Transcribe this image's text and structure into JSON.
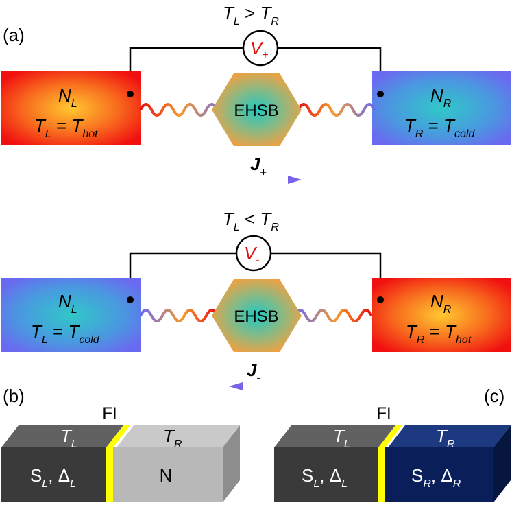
{
  "panels": {
    "a": "(a)",
    "b": "(b)",
    "c": "(c)"
  },
  "top": {
    "condition_T1": "T",
    "condition_s1": "L",
    "condition_op": " > ",
    "condition_T2": "T",
    "condition_s2": "R",
    "voltmeter_V": "V",
    "voltmeter_sign": "+",
    "left_res_line1_N": "N",
    "left_res_line1_sub": "L",
    "left_res_line2_T": "T",
    "left_res_line2_sub": "L",
    "left_res_line2_eq": " = ",
    "left_res_line2_T2": "T",
    "left_res_line2_sub2": "hot",
    "right_res_line1_N": "N",
    "right_res_line1_sub": "R",
    "right_res_line2_T": "T",
    "right_res_line2_sub": "R",
    "right_res_line2_eq": " = ",
    "right_res_line2_T2": "T",
    "right_res_line2_sub2": "cold",
    "center_label": "EHSB",
    "current_J": "J",
    "current_sign": "+"
  },
  "bottom": {
    "condition_T1": "T",
    "condition_s1": "L",
    "condition_op": " < ",
    "condition_T2": "T",
    "condition_s2": "R",
    "voltmeter_V": "V",
    "voltmeter_sign": "-",
    "left_res_line1_N": "N",
    "left_res_line1_sub": "L",
    "left_res_line2_T": "T",
    "left_res_line2_sub": "L",
    "left_res_line2_eq": " = ",
    "left_res_line2_T2": "T",
    "left_res_line2_sub2": "cold",
    "right_res_line1_N": "N",
    "right_res_line1_sub": "R",
    "right_res_line2_T": "T",
    "right_res_line2_sub": "R",
    "right_res_line2_eq": " = ",
    "right_res_line2_T2": "T",
    "right_res_line2_sub2": "hot",
    "center_label": "EHSB",
    "current_J": "J",
    "current_sign": "-"
  },
  "block_b": {
    "fi_label": "FI",
    "left_top_T": "T",
    "left_top_sub": "L",
    "right_top_T": "T",
    "right_top_sub": "R",
    "left_front_S": "S",
    "left_front_Ssub": "L",
    "left_front_sep": ", Δ",
    "left_front_Dsub": "L",
    "right_front": "N"
  },
  "block_c": {
    "fi_label": "FI",
    "left_top_T": "T",
    "left_top_sub": "L",
    "right_top_T": "T",
    "right_top_sub": "R",
    "left_front_S": "S",
    "left_front_Ssub": "L",
    "left_front_sep": ", Δ",
    "left_front_Dsub": "L",
    "right_front_S": "S",
    "right_front_Ssub": "R",
    "right_front_sep": ", Δ",
    "right_front_Dsub": "R"
  },
  "colors": {
    "hot_center": "#ffc830",
    "hot_edge": "#f01010",
    "cold_center": "#30c8c8",
    "cold_edge": "#6a6af0",
    "hexagon_fill": "#f2a040",
    "hexagon_center": "#20c8c0",
    "wire": "#000000",
    "fi_barrier": "#ffff00",
    "superconductor": "#3a3a3a",
    "normal_metal": "#b8b8b8",
    "superconductor_R": "#0a1f5a"
  }
}
